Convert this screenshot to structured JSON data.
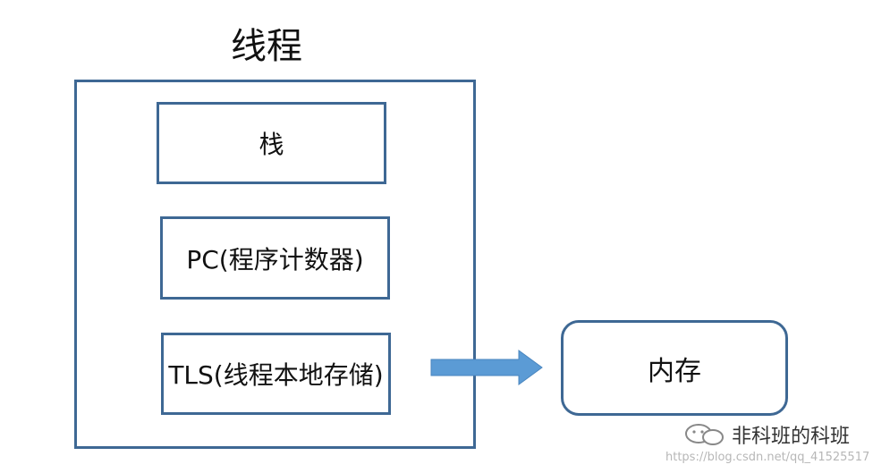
{
  "diagram": {
    "title": "线程",
    "components": [
      "栈",
      "PC(程序计数器)",
      "TLS(线程本地存储)"
    ],
    "target": "内存"
  },
  "watermark": {
    "brand": "非科班的科班",
    "url": "https://blog.csdn.net/qq_41525517"
  },
  "colors": {
    "border": "#3e6894",
    "arrow": "#5b9bd5"
  }
}
